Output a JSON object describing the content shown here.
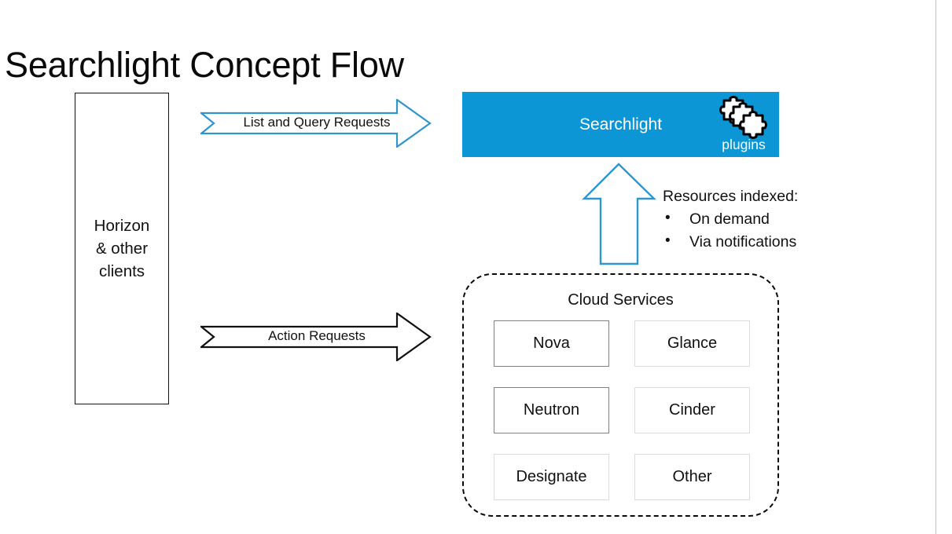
{
  "slide": {
    "title": "Searchlight Concept Flow",
    "accent_blue": "#0d96d6",
    "arrow_blue": "#2e96cd",
    "strong_border": "#808080",
    "faint_border": "#dcdcdc"
  },
  "clients": {
    "label": "Horizon\n& other\nclients"
  },
  "arrows": {
    "query": {
      "label": "List and Query Requests",
      "color": "#2e96cd",
      "direction": "right"
    },
    "action": {
      "label": "Action Requests",
      "color": "#111111",
      "direction": "right"
    },
    "indexing": {
      "label": "",
      "color": "#2e96cd",
      "direction": "up"
    }
  },
  "searchlight": {
    "title": "Searchlight",
    "plugins_label": "plugins",
    "plugins_icon": "puzzle-pieces-icon"
  },
  "resources": {
    "heading": "Resources indexed:",
    "items": [
      "On demand",
      "Via notifications"
    ]
  },
  "cloud_services": {
    "title": "Cloud Services",
    "items": [
      {
        "label": "Nova",
        "emphasis": "strong"
      },
      {
        "label": "Glance",
        "emphasis": "faint"
      },
      {
        "label": "Neutron",
        "emphasis": "strong"
      },
      {
        "label": "Cinder",
        "emphasis": "faint"
      },
      {
        "label": "Designate",
        "emphasis": "faint"
      },
      {
        "label": "Other",
        "emphasis": "faint"
      }
    ]
  }
}
